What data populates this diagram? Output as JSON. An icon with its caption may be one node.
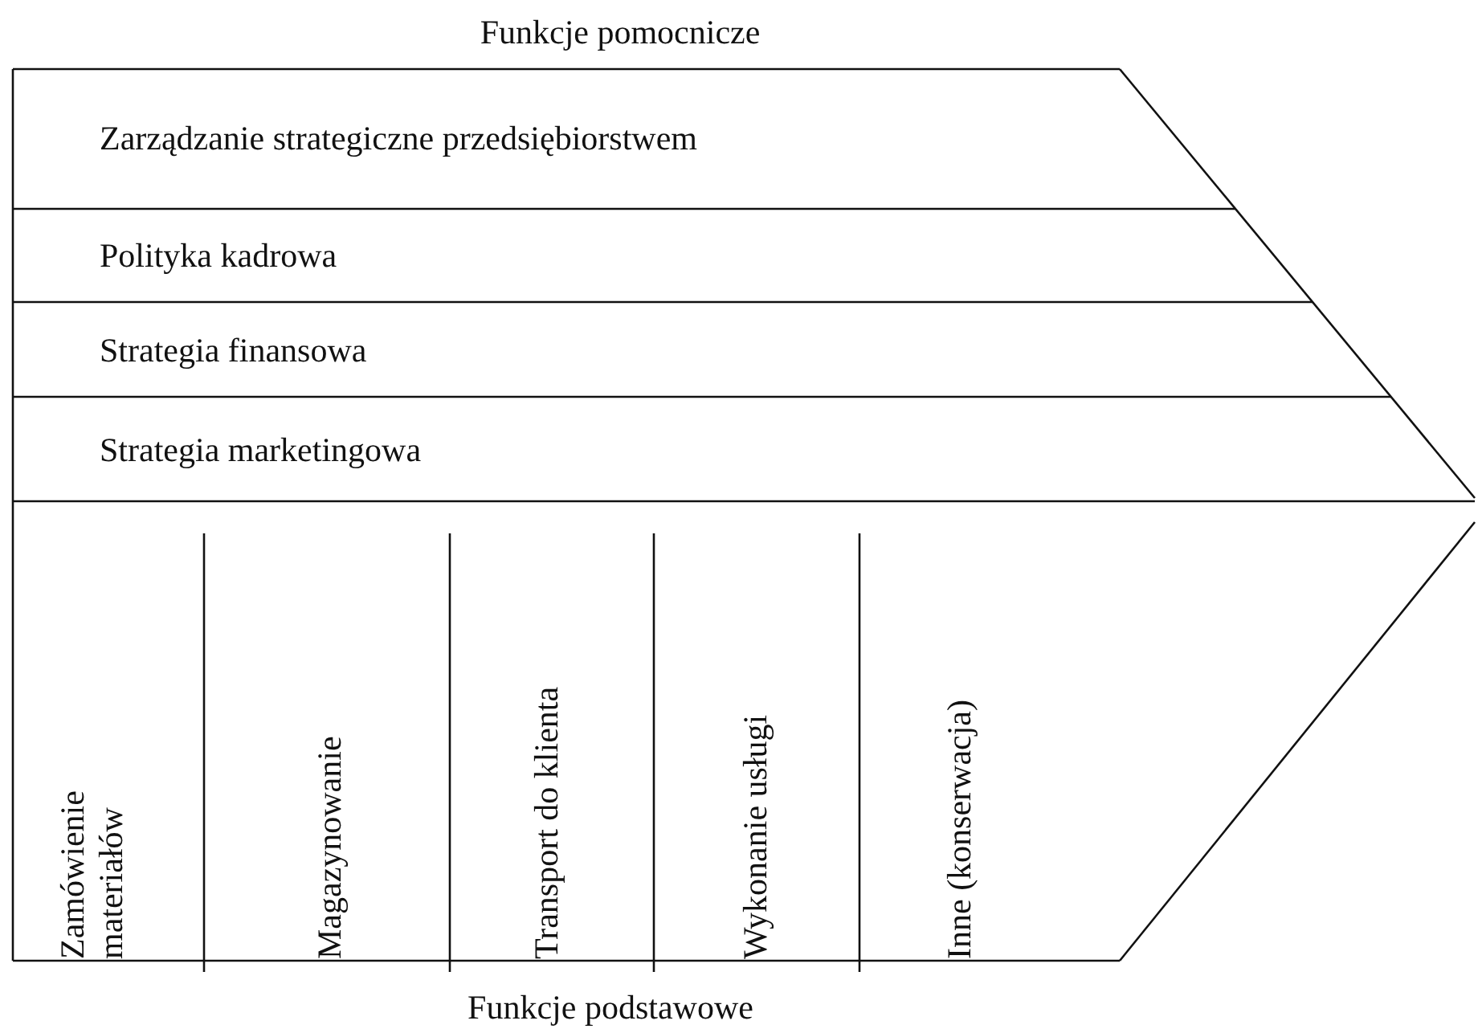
{
  "diagram": {
    "nodes": [
      {
        "text": [
          "Funkcje pomocnicze"
        ]
      },
      {
        "text": [
          "Zarządzanie strategiczne przedsiębiorstwem"
        ],
        "in": 0
      },
      {
        "text": [
          "Polityka kadrowa"
        ],
        "in": 0
      },
      {
        "text": [
          "Strategia finansowa"
        ],
        "in": 0
      },
      {
        "text": [
          "Strategia marketingowa"
        ],
        "in": 0
      },
      {
        "text": [
          "Funkcje podstawowe"
        ]
      },
      {
        "text": [
          "Zamówienie materiałów"
        ],
        "in": 5
      },
      {
        "text": [
          "Magazynowanie"
        ],
        "in": 5
      },
      {
        "text": [
          "Transport do klienta"
        ],
        "in": 5
      },
      {
        "text": [
          "Wykonanie usługi"
        ],
        "in": 5
      },
      {
        "text": [
          "Inne (konserwacja)"
        ],
        "in": 5
      }
    ],
    "edges": []
  }
}
